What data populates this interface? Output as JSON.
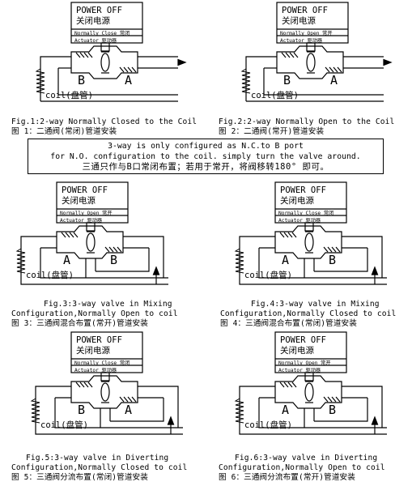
{
  "common": {
    "power_off": "POWER OFF",
    "power_off_cn": "关闭电源",
    "actuator": "Actuator 驱动器",
    "normally_close": "Normally Close 常闭",
    "normally_open": "Normally Open 常开",
    "coil": "coil(盘管)",
    "port_a": "A",
    "port_b": "B"
  },
  "figures": [
    {
      "id": "fig1",
      "status": "Normally Close 常闭",
      "left_port": "B",
      "right_port": "A",
      "caption_en": "Fig.1:2-way Normally Closed to the Coil",
      "caption_cn": "图 1：二通阀(常闭)管道安装"
    },
    {
      "id": "fig2",
      "status": "Normally Open 常开",
      "left_port": "B",
      "right_port": "A",
      "caption_en": "Fig.2:2-way Normally Open to the Coil",
      "caption_cn": "图 2：二通阀(常开)管道安装"
    },
    {
      "id": "fig3",
      "status": "Normally Open 常开",
      "left_port": "A",
      "right_port": "B",
      "caption_en": "Fig.3:3-way valve in Mixing",
      "caption_en2": "Configuration,Normally Open to coil",
      "caption_cn": "图 3：三通阀混合布置(常开)管道安装"
    },
    {
      "id": "fig4",
      "status": "Normally Close 常闭",
      "left_port": "A",
      "right_port": "B",
      "caption_en": "Fig.4:3-way valve in Mixing",
      "caption_en2": "Configuration,Normally Closed to coil",
      "caption_cn": "图 4：三通阀混合布置(常闭)管道安装"
    },
    {
      "id": "fig5",
      "status": "Normally Close 常闭",
      "left_port": "B",
      "right_port": "A",
      "caption_en": "Fig.5:3-way valve in Diverting",
      "caption_en2": "Configuration,Normally Closed to coil",
      "caption_cn": "图 5：三通阀分流布置(常闭)管道安装"
    },
    {
      "id": "fig6",
      "status": "Normally Open 常开",
      "left_port": "A",
      "right_port": "B",
      "caption_en": "Fig.6:3-way valve in Diverting",
      "caption_en2": "Configuration,Normally Open to coil",
      "caption_cn": "图 6：三通阀分流布置(常开)管道安装"
    }
  ],
  "note": {
    "line1": "3-way is only configured as N.C.to B port",
    "line2": "for N.O. configuration to the coil. simply turn the valve around.",
    "line3": "三通只作与B口常闭布置；若用于常开，将阀移转180° 即可。"
  }
}
